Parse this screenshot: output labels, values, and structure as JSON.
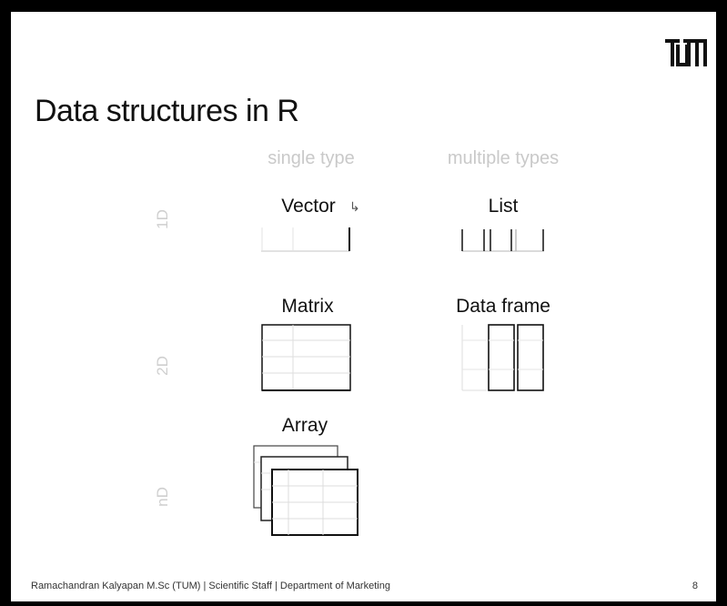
{
  "logo_text": "TUM",
  "title": "Data structures in R",
  "columns": {
    "single": "single type",
    "multiple": "multiple types"
  },
  "rows": {
    "one_d": "1D",
    "two_d": "2D",
    "n_d": "nD"
  },
  "structures": {
    "vector": "Vector",
    "list": "List",
    "matrix": "Matrix",
    "data_frame": "Data frame",
    "array": "Array"
  },
  "footer": "Ramachandran Kalyapan M.Sc (TUM) | Scientific Staff | Department of Marketing",
  "page_number": "8",
  "colors": {
    "logo": "#111111",
    "muted_text": "#c9c9c9",
    "grid_light": "#d8d8d8"
  }
}
